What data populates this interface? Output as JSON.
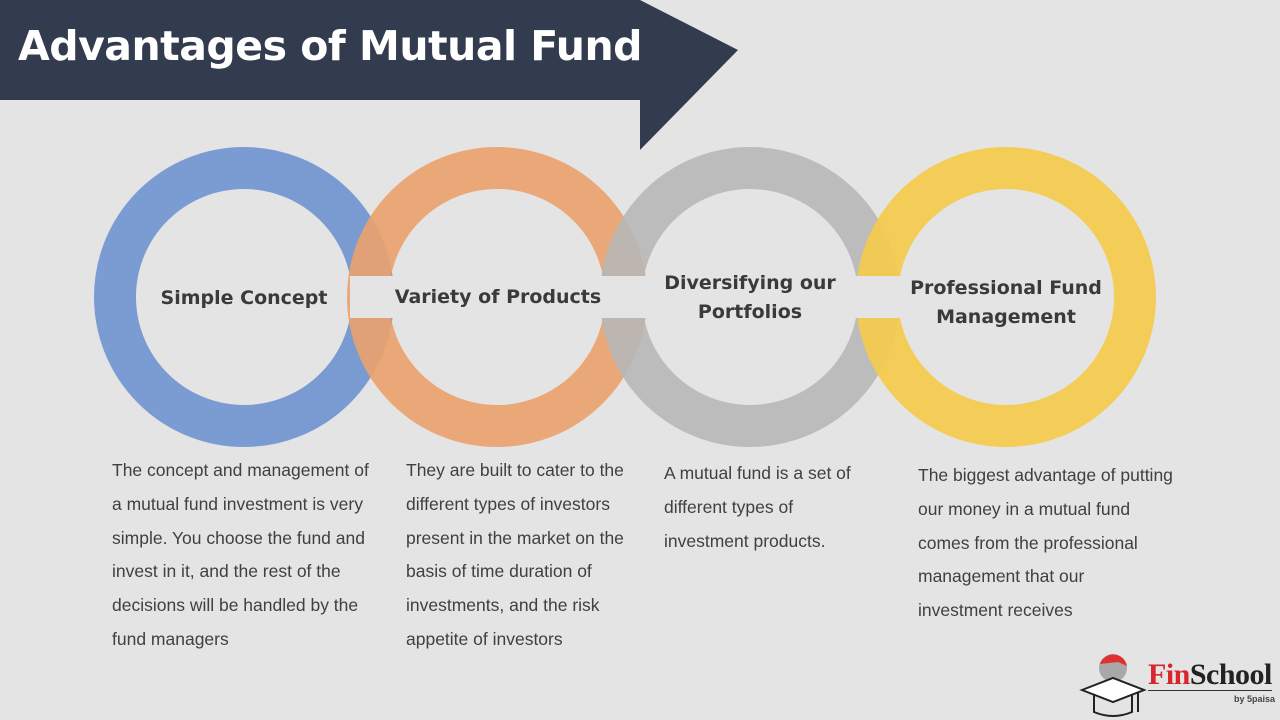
{
  "header": {
    "title": "Advantages of Mutual Fund"
  },
  "colors": {
    "header_bg": "#323c4e",
    "blue": "#6f94cf",
    "orange": "#ec9a5f",
    "gray": "#b3b3b3",
    "yellow": "#f6c940",
    "background": "#e4e4e4"
  },
  "items": [
    {
      "label": "Simple Concept",
      "description": "The concept and management of a mutual fund investment is very simple. You choose the fund and invest in it, and the rest of the decisions will be handled by the fund managers"
    },
    {
      "label": "Variety of Products",
      "description": "They are built to cater to the different types of investors present in the market on the basis of time duration of investments, and the risk appetite of investors"
    },
    {
      "label": "Diversifying our Portfolios",
      "description": "A mutual fund is a set of different types of investment products."
    },
    {
      "label": "Professional Fund Management",
      "description": "The biggest advantage of putting our money in a mutual fund comes from the professional management that our investment receives"
    }
  ],
  "logo": {
    "brand_red": "Fin",
    "brand_dark": "School",
    "tagline": "by 5paisa"
  }
}
